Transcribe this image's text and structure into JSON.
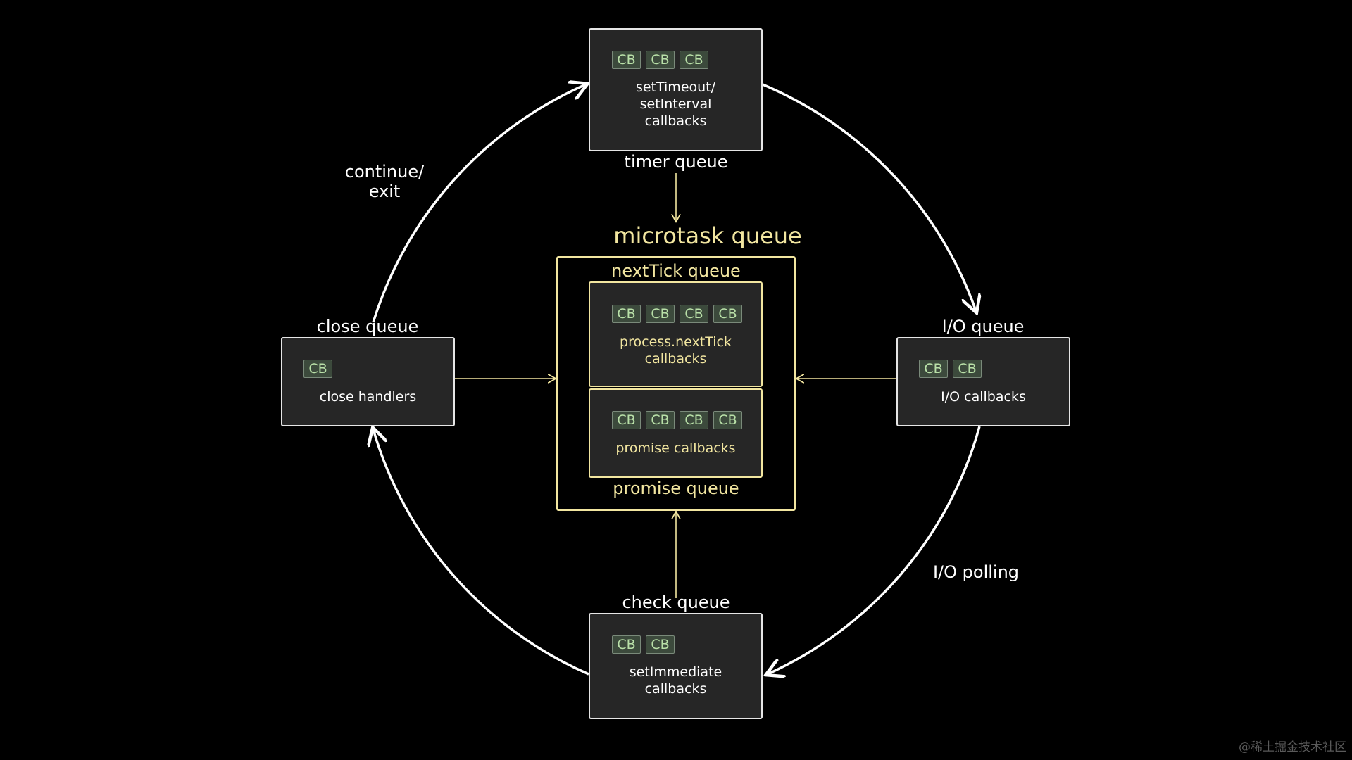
{
  "colors": {
    "background": "#000000",
    "box_fill": "#262626",
    "box_border": "#e6e6e6",
    "microtask_accent": "#f2e6a0",
    "cb_fill": "#3c4a3c",
    "cb_text": "#b9e0a8"
  },
  "cb_label": "CB",
  "timer": {
    "title": "timer queue",
    "text": "setTimeout/\nsetInterval\ncallbacks",
    "cb_count": 3
  },
  "io": {
    "title": "I/O queue",
    "text": "I/O callbacks",
    "cb_count": 2
  },
  "check": {
    "title": "check queue",
    "text": "setImmediate\ncallbacks",
    "cb_count": 2
  },
  "close": {
    "title": "close queue",
    "text": "close handlers",
    "cb_count": 1
  },
  "microtask": {
    "title": "microtask queue",
    "nexttick": {
      "title": "nextTick queue",
      "text": "process.nextTick\ncallbacks",
      "cb_count": 4
    },
    "promise": {
      "title": "promise queue",
      "text": "promise callbacks",
      "cb_count": 4
    }
  },
  "edge_labels": {
    "continue_exit": "continue/\nexit",
    "io_polling": "I/O polling"
  },
  "watermark": "@稀土掘金技术社区"
}
